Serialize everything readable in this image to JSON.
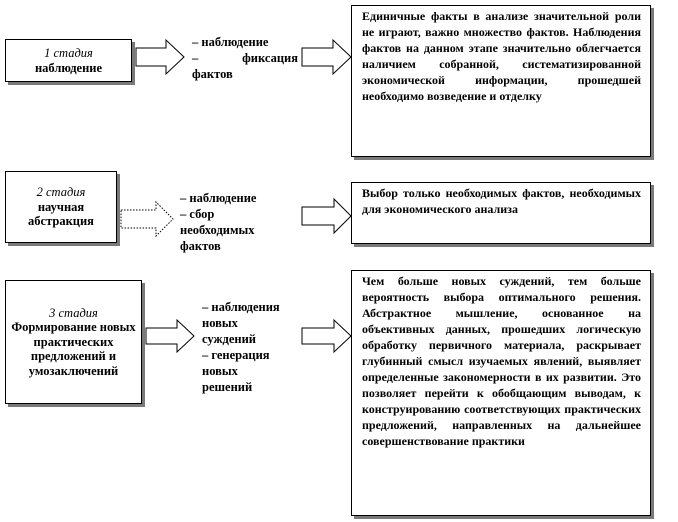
{
  "stages": [
    {
      "number": "1 стадия",
      "name": "наблюдение",
      "activities": [
        "– наблюдение",
        "–",
        "фиксация",
        "фактов"
      ],
      "description": "Единичные факты в анализе значительной роли не играют, важно множество фактов. Наблюдения фактов на данном этапе значительно облегчается наличием собранной, систематизированной экономической информации, прошедшей необходимо возведение и отделку"
    },
    {
      "number": "2 стадия",
      "name": "научная абстракция",
      "activities": [
        "– наблюдение",
        "– сбор",
        "необходимых",
        "фактов"
      ],
      "description": "Выбор только необходимых фактов, необходимых для экономического анализа"
    },
    {
      "number": "3 стадия",
      "name": "Формирование новых практических предложений и умозаключений",
      "activities": [
        "– наблюдения",
        "новых",
        "суждений",
        "– генерация",
        "новых",
        "решений"
      ],
      "description": "Чем больше новых суждений, тем больше вероятность выбора оптимального решения. Абстрактное мышление, основанное на объективных данных, прошедших логическую обработку первичного материала, раскрывает глубинный смысл изучаемых явлений, выявляет определенные закономерности в их развитии. Это позволяет перейти к обобщающим выводам, к конструированию соответствующих практических предложений, направленных на дальнейшее совершенствование практики"
    }
  ]
}
